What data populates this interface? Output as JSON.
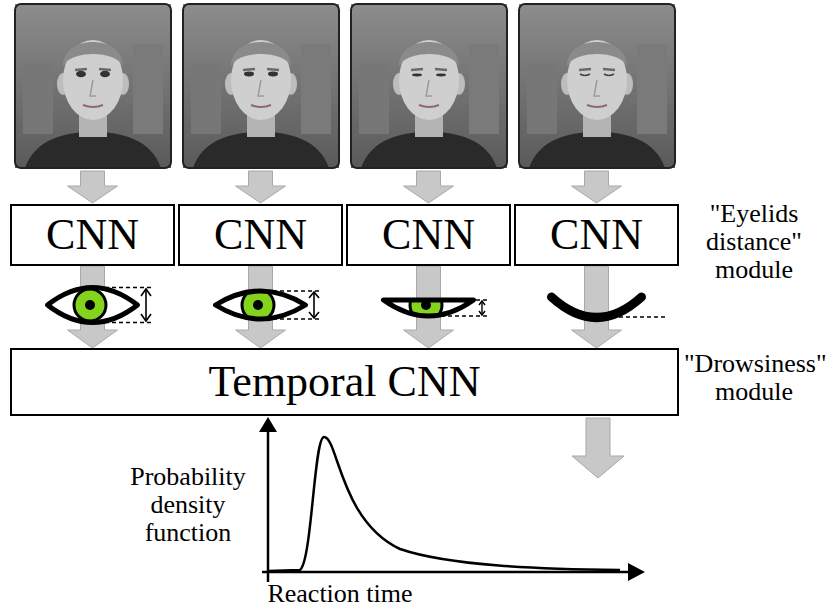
{
  "diagram": {
    "nodes": [
      {
        "text": [
          "CNN"
        ]
      },
      {
        "text": [
          "CNN"
        ]
      },
      {
        "text": [
          "CNN"
        ]
      },
      {
        "text": [
          "CNN"
        ]
      },
      {
        "text": [
          "Temporal CNN"
        ]
      }
    ],
    "edges": [
      {
        "from": 0,
        "to": 4,
        "arrow": "to"
      },
      {
        "from": 1,
        "to": 4,
        "arrow": "to"
      },
      {
        "from": 2,
        "to": 4,
        "arrow": "to"
      },
      {
        "from": 3,
        "to": 4,
        "arrow": "to"
      }
    ],
    "labels": [
      "\"Eyelids distance\" module",
      "\"Drowsiness\" module",
      "Probability density function",
      "Reaction time"
    ]
  }
}
